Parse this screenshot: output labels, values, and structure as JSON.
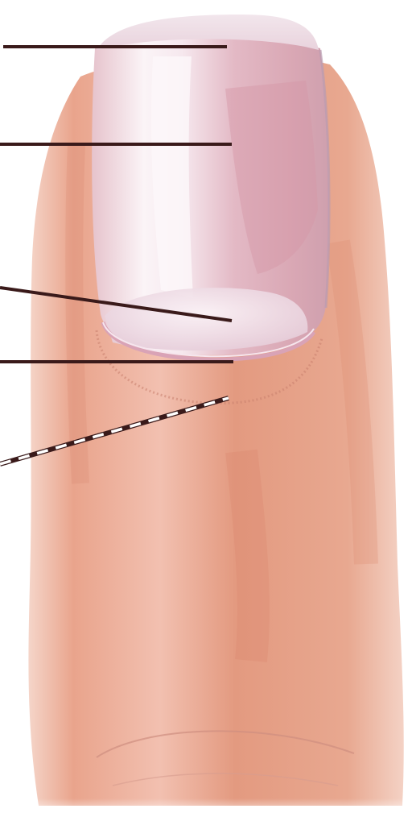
{
  "figure": {
    "subject": "fingertip-nail-anatomy-illustration",
    "colors": {
      "background": "#ffffff",
      "skin_light": "#f2c6b6",
      "skin_mid": "#e9a48c",
      "skin_dark": "#d9826a",
      "skin_edge": "#f7ddd3",
      "nail_plate": "#f0dde4",
      "nail_highlight": "#fbf4f7",
      "nail_pink": "#dba3b0",
      "nail_rim": "#c8b7c9",
      "lunula": "#f4e8ee",
      "leader_line": "#3a1a1a",
      "dashed_leader_white": "#ffffff"
    },
    "leader_lines": [
      {
        "id": "leader-1",
        "style": "solid"
      },
      {
        "id": "leader-2",
        "style": "solid"
      },
      {
        "id": "leader-3",
        "style": "solid"
      },
      {
        "id": "leader-4",
        "style": "solid"
      },
      {
        "id": "leader-5",
        "style": "dashed"
      }
    ]
  }
}
